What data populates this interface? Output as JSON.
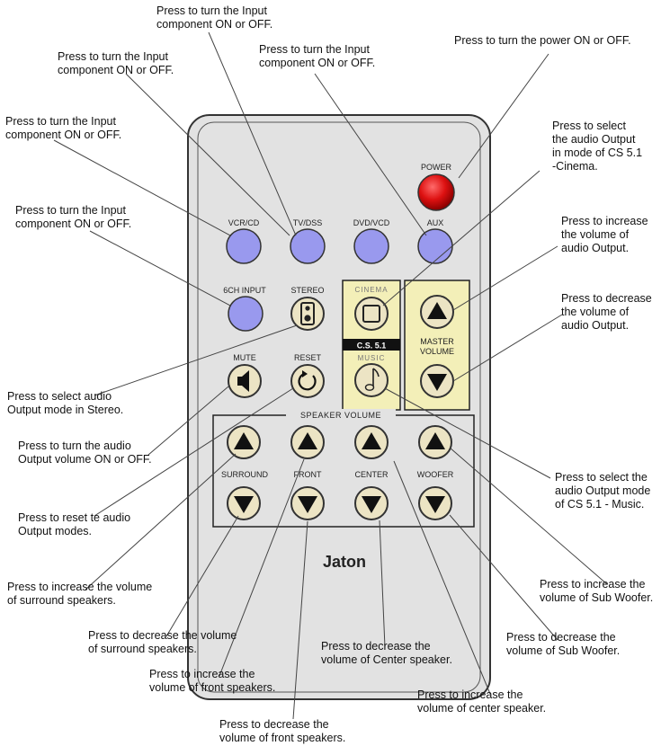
{
  "remote": {
    "brand": "Jaton",
    "colors": {
      "body": "#e2e2e2",
      "input_button": "#9999ee",
      "power_button": "#dd1111",
      "round_button": "#ece4c4",
      "panel": "#f3efb8"
    },
    "buttons": {
      "power": "POWER",
      "vcr_cd": "VCR/CD",
      "tv_dss": "TV/DSS",
      "dvd_vcd": "DVD/VCD",
      "aux": "AUX",
      "ch6_input": "6CH INPUT",
      "stereo": "STEREO",
      "mute": "MUTE",
      "reset": "RESET",
      "cinema": "CINEMA",
      "cs51": "C.S. 5.1",
      "music": "MUSIC",
      "master_volume_1": "MASTER",
      "master_volume_2": "VOLUME",
      "speaker_volume": "SPEAKER VOLUME",
      "surround": "SURROUND",
      "front": "FRONT",
      "center": "CENTER",
      "woofer": "WOOFER"
    }
  },
  "annotations": {
    "input_tv": [
      "Press to turn the Input",
      "component ON or OFF."
    ],
    "input_vcr_top": [
      "Press to turn the Input",
      "component ON or OFF."
    ],
    "input_dvd": [
      "Press to turn the Input",
      "component ON or OFF."
    ],
    "power": [
      "Press to turn the power ON or OFF."
    ],
    "input_vcr": [
      "Press to turn the Input",
      "component ON or OFF."
    ],
    "cinema": [
      "Press to select",
      "the audio Output",
      "in mode of CS 5.1",
      "-Cinema."
    ],
    "input_6ch": [
      "Press to turn the Input",
      "component ON or OFF."
    ],
    "master_up": [
      "Press to increase",
      "the volume of",
      "audio Output."
    ],
    "master_down": [
      "Press to decrease",
      "the volume of",
      "audio Output."
    ],
    "stereo": [
      "Press to select audio",
      "Output mode in Stereo."
    ],
    "mute": [
      "Press to turn  the  audio",
      "Output volume ON or OFF."
    ],
    "music": [
      "Press to select the",
      "audio Output mode",
      "of CS 5.1 - Music."
    ],
    "reset": [
      "Press to reset te audio",
      "Output modes."
    ],
    "surround_up": [
      "Press to increase the volume",
      "of surround speakers."
    ],
    "woofer_up": [
      "Press to increase the",
      "volume of Sub Woofer."
    ],
    "surround_down": [
      "Press to decrease the volume",
      "of surround speakers."
    ],
    "woofer_down": [
      "Press to decrease the",
      "volume of Sub Woofer."
    ],
    "center_down": [
      "Press to decrease the",
      "volume of Center speaker."
    ],
    "front_up": [
      "Press to increase the",
      "volume of front speakers."
    ],
    "center_up": [
      "Press to increase the",
      "volume of center speaker."
    ],
    "front_down": [
      "Press to decrease the",
      "volume of front speakers."
    ]
  }
}
